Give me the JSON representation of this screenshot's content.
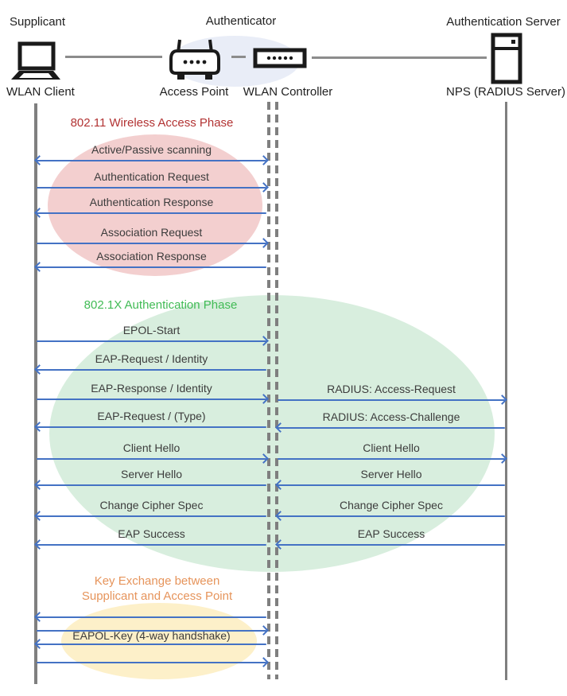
{
  "actors": {
    "supplicant": {
      "role": "Supplicant",
      "device": "WLAN Client"
    },
    "authenticator": {
      "role": "Authenticator",
      "access_point": "Access Point",
      "wlan_controller": "WLAN Controller"
    },
    "auth_server": {
      "role": "Authentication Server",
      "device": "NPS (RADIUS Server)"
    }
  },
  "phases": [
    {
      "title": "802.11 Wireless Access Phase"
    },
    {
      "title": "802.1X Authentication Phase"
    },
    {
      "title_line1": "Key Exchange between",
      "title_line2": "Supplicant and Access Point"
    }
  ],
  "messages": {
    "client_to_controller": [
      {
        "label": "Active/Passive scanning",
        "direction": "both"
      },
      {
        "label": "Authentication Request",
        "direction": "right"
      },
      {
        "label": "Authentication Response",
        "direction": "left"
      },
      {
        "label": "Association Request",
        "direction": "right"
      },
      {
        "label": "Association Response",
        "direction": "left"
      },
      {
        "label": "EPOL-Start",
        "direction": "right"
      },
      {
        "label": "EAP-Request / Identity",
        "direction": "left"
      },
      {
        "label": "EAP-Response / Identity",
        "direction": "right"
      },
      {
        "label": "EAP-Request / (Type)",
        "direction": "left"
      },
      {
        "label": "Client Hello",
        "direction": "right"
      },
      {
        "label": "Server Hello",
        "direction": "left"
      },
      {
        "label": "Change Cipher Spec",
        "direction": "left"
      },
      {
        "label": "EAP Success",
        "direction": "left"
      },
      {
        "label": "",
        "direction": "left"
      },
      {
        "label": "",
        "direction": "right"
      },
      {
        "label": "EAPOL-Key (4-way handshake)",
        "direction": "left"
      },
      {
        "label": "",
        "direction": "right"
      }
    ],
    "controller_to_server": [
      {
        "label": "RADIUS: Access-Request",
        "direction": "right"
      },
      {
        "label": "RADIUS: Access-Challenge",
        "direction": "left"
      },
      {
        "label": "Client Hello",
        "direction": "right"
      },
      {
        "label": "Server Hello",
        "direction": "left"
      },
      {
        "label": "Change Cipher Spec",
        "direction": "left"
      },
      {
        "label": "EAP Success",
        "direction": "left"
      }
    ]
  },
  "colors": {
    "arrow": "#4472C4",
    "lifeline": "#7f7f7f",
    "phase1_ellipse": "#F3CFCF",
    "phase2_ellipse": "#D8EEDE",
    "phase3_ellipse": "#FDF0C9",
    "authenticator_ellipse": "#E9EDF7",
    "phase1_title": "#B23333",
    "phase2_title": "#41BB55",
    "phase3_title": "#E6945B"
  }
}
